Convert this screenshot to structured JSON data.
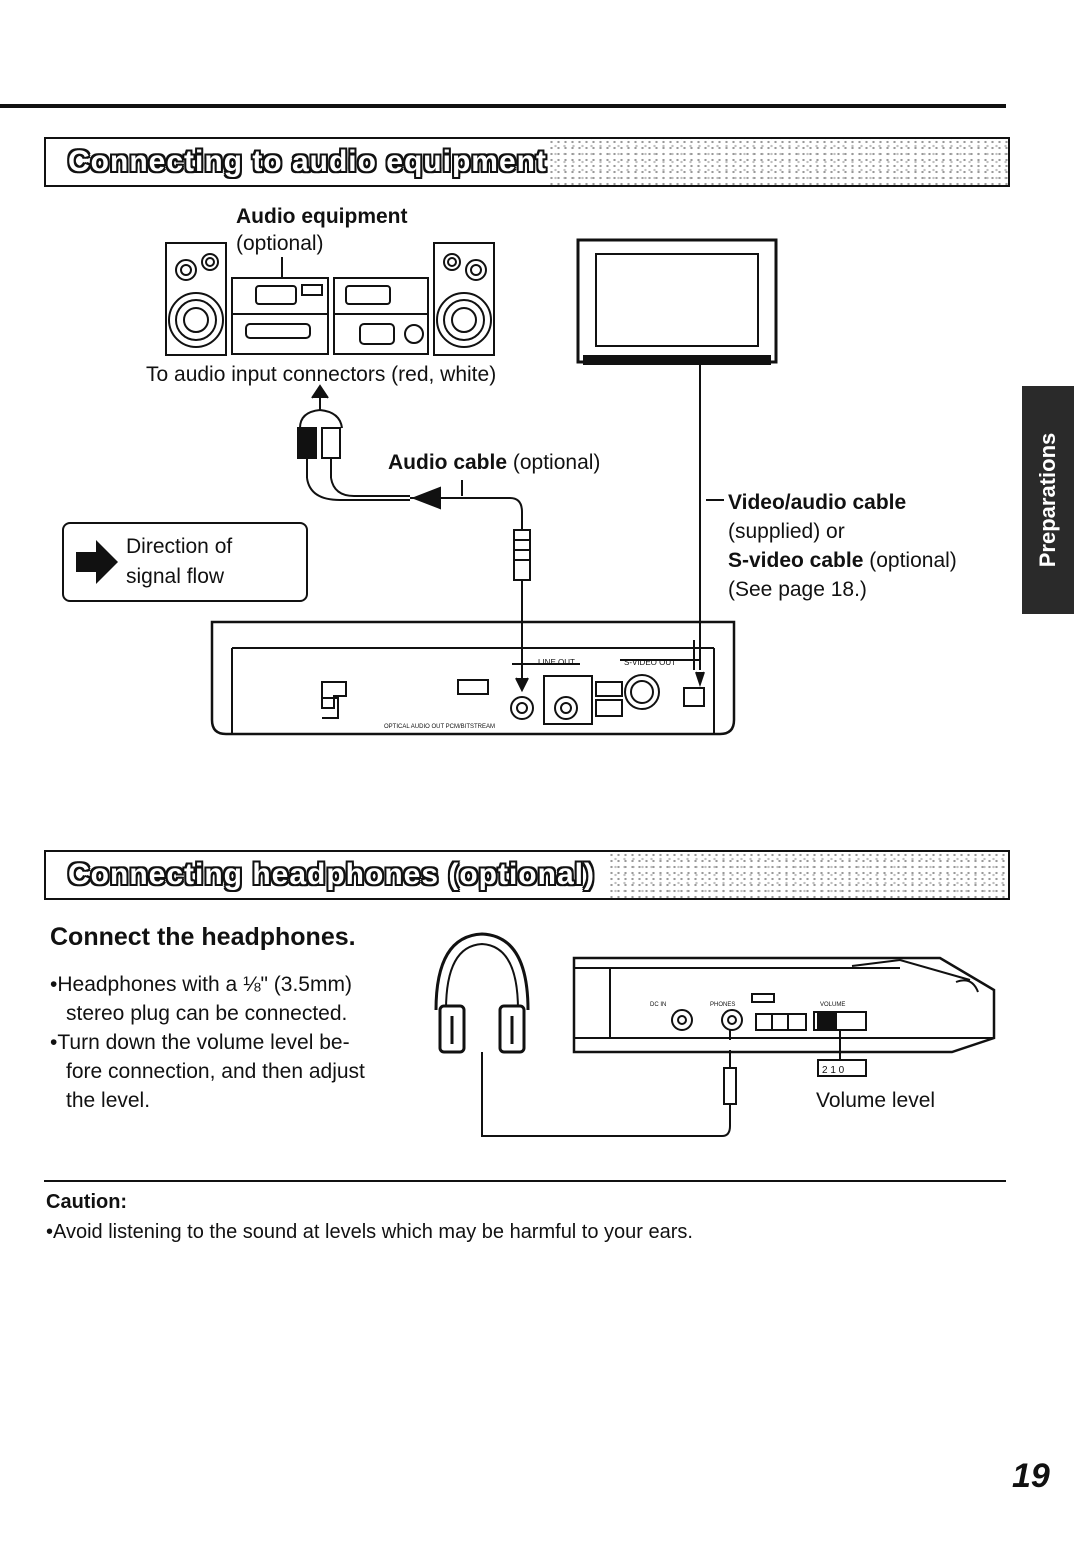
{
  "section1": {
    "title": "Connecting to audio equipment",
    "audio_equipment_label": "Audio equipment",
    "optional_label": "(optional)",
    "input_connectors": "To audio input connectors (red, white)",
    "audio_cable_bold": "Audio cable",
    "audio_cable_optional": "(optional)",
    "direction_line1": "Direction of",
    "direction_line2": "signal flow",
    "video_audio_cable_bold": "Video/audio cable",
    "supplied_or": "(supplied) or",
    "svideo_cable_bold": "S-video cable",
    "svideo_cable_optional": "(optional)",
    "see_page": "(See page 18.)"
  },
  "section2": {
    "title": "Connecting headphones (optional)",
    "heading": "Connect the headphones.",
    "bullets": [
      "•Headphones with a ⅛\" (3.5mm)",
      "stereo plug can be connected.",
      "•Turn down the volume level be-",
      "fore connection, and then adjust",
      "the level."
    ],
    "volume_level": "Volume level"
  },
  "caution": {
    "title": "Caution:",
    "text": "•Avoid listening to the sound at levels which may be harmful to your ears."
  },
  "side_tab": "Preparations",
  "page_number": "19"
}
